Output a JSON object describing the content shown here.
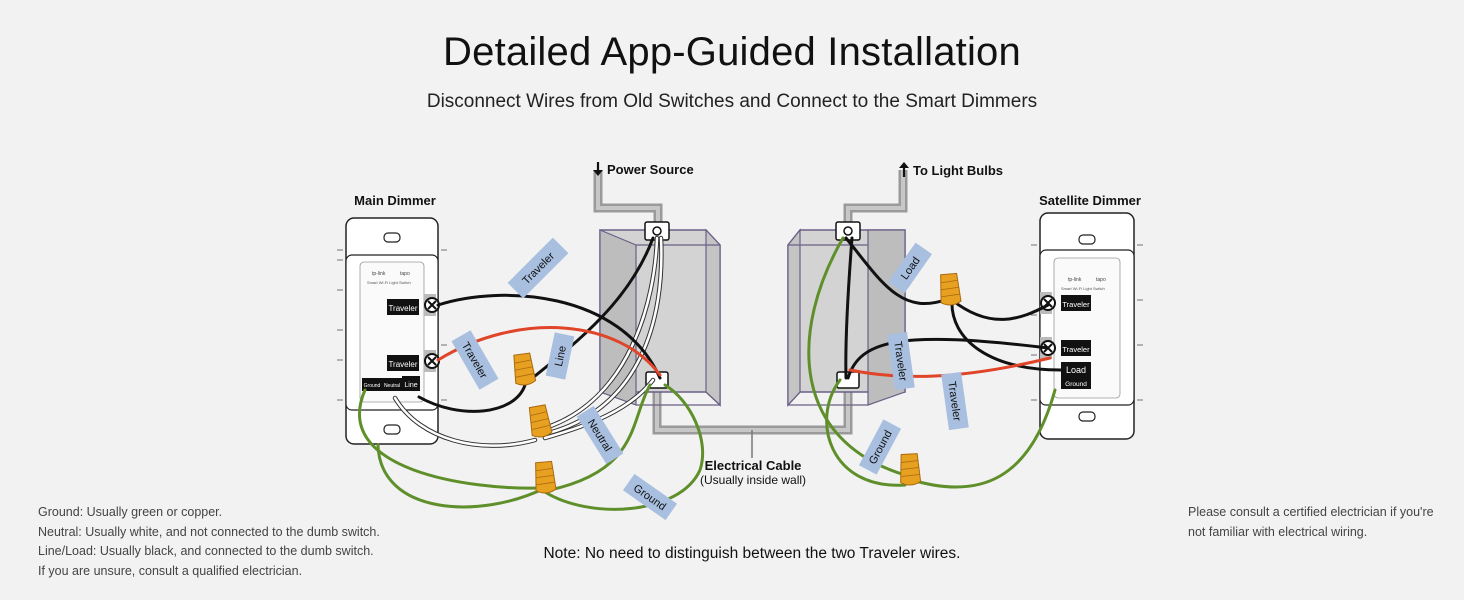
{
  "header": {
    "title": "Detailed App-Guided Installation",
    "subtitle": "Disconnect Wires from Old Switches and Connect to the Smart Dimmers"
  },
  "diagram": {
    "main_dimmer_label": "Main Dimmer",
    "satellite_dimmer_label": "Satellite Dimmer",
    "power_source_label": "Power Source",
    "light_bulbs_label": "To Light Bulbs",
    "cable_label_line1": "Electrical Cable",
    "cable_label_line2": "(Usually inside wall)",
    "device_brand_tplink": "tp-link",
    "device_brand_tapo": "tapo",
    "device_model": "Smart Wi-Fi Light Switch",
    "main_terminals": {
      "traveler_top": "Traveler",
      "traveler_bottom": "Traveler",
      "ground": "Ground",
      "neutral": "Neutral",
      "line": "Line"
    },
    "satellite_terminals": {
      "traveler_top": "Traveler",
      "traveler_bottom": "Traveler",
      "load": "Load",
      "ground": "Ground"
    },
    "wire_tags": {
      "traveler_1": "Traveler",
      "traveler_2": "Traveler",
      "line": "Line",
      "neutral": "Neutral",
      "ground_left": "Ground",
      "load": "Load",
      "traveler_3": "Traveler",
      "traveler_4": "Traveler",
      "ground_right": "Ground"
    },
    "colors": {
      "wire_black": "#111111",
      "wire_red": "#e0452a",
      "wire_green": "#5f8f2a",
      "wire_white": "#ffffff",
      "wire_nut": "#e8a020",
      "tag_blue": "#a8bfe0",
      "cable_gray": "#9a9a9a"
    }
  },
  "notes_left": [
    "Ground: Usually green or copper.",
    "Neutral: Usually white, and not connected to the dumb switch.",
    "Line/Load: Usually black, and connected to the dumb switch.",
    "If you are unsure, consult a qualified electrician."
  ],
  "note_right": "Please consult a certified electrician if you're not familiar with electrical wiring.",
  "note_bottom": "Note: No need to distinguish between the two Traveler wires."
}
